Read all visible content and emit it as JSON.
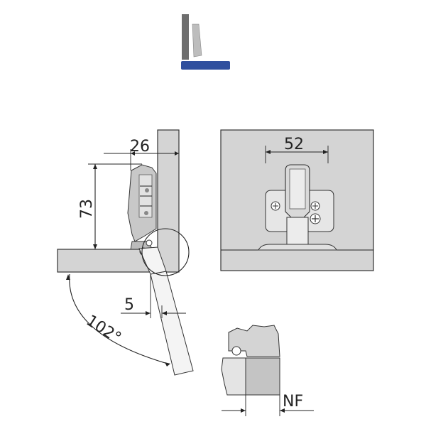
{
  "labels": {
    "overlay_width": "26",
    "height": "73",
    "cup_spacing": "52",
    "gap": "5",
    "angle": "102°",
    "nf": "NF"
  },
  "colors": {
    "accent_blue": "#2f4f9e",
    "panel_gray": "#d4d4d4",
    "dark_gray": "#6e6e6e"
  }
}
